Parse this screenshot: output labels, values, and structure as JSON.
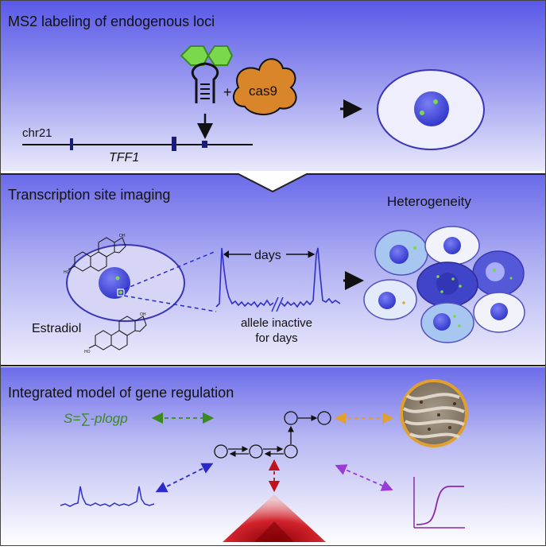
{
  "panels": {
    "top": {
      "title": "MS2 labeling of endogenous loci",
      "chromosome_label": "chr21",
      "gene_label": "TFF1",
      "plus_sign": "+",
      "cas9_label": "cas9"
    },
    "middle": {
      "title": "Transcription site imaging",
      "heterogeneity_label": "Heterogeneity",
      "days_label": "days",
      "allele_inactive_line1": "allele inactive",
      "allele_inactive_line2": "for days",
      "estradiol_label": "Estradiol"
    },
    "bottom": {
      "title": "Integrated model of gene regulation",
      "entropy_formula": "S=∑-plogp"
    }
  },
  "colors": {
    "panel_blue_top": "#5a5ae6",
    "panel_light": "#eeeefc",
    "cas9_orange": "#d9852a",
    "ms2_green": "#79d84c",
    "nucleus_blue": "#4a4ee0",
    "trace_blue": "#2f2fc8",
    "arrow_green": "#3b8a1e",
    "arrow_orange": "#e3a02c",
    "arrow_blue": "#2a2acb",
    "arrow_red": "#c0121a",
    "arrow_purple": "#9a3ad8",
    "sigmoid_purple": "#8a2aa8"
  }
}
